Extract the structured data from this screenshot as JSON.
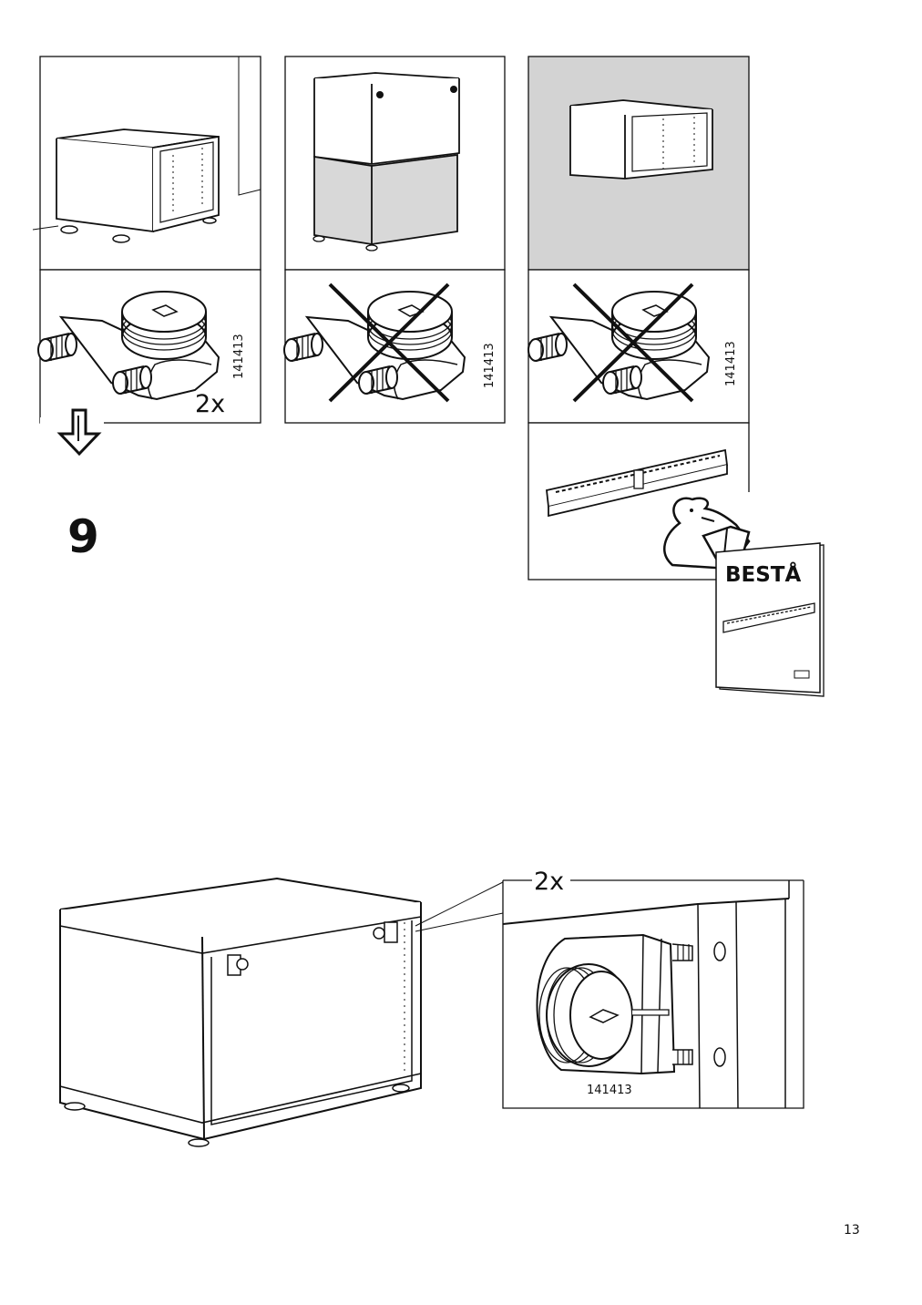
{
  "panels": [
    {
      "part_number": "141413",
      "quantity": "2x",
      "status": "correct"
    },
    {
      "part_number": "141413",
      "status": "not-for-use"
    },
    {
      "part_number": "141413",
      "status": "not-for-use",
      "note": "see separate instruction"
    }
  ],
  "booklet": {
    "title": "BESTÅ"
  },
  "step": {
    "number": "9"
  },
  "detail": {
    "quantity": "2x",
    "part_number": "141413"
  },
  "page": {
    "number": "13"
  },
  "icons": [
    "arrow-down-icon",
    "cross-icon",
    "reading-person-icon",
    "rail-icon",
    "leg-connector-icon",
    "cabinet-icon"
  ]
}
